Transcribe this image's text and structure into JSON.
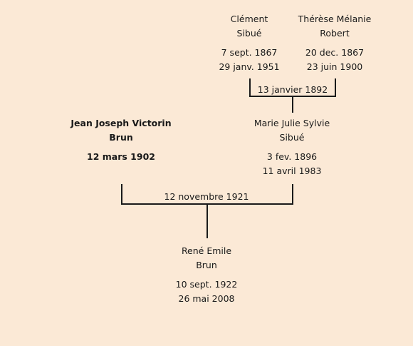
{
  "people": {
    "clement": {
      "first": "Clément",
      "last": "Sibué",
      "born": "7 sept. 1867",
      "died": "29 janv. 1951"
    },
    "therese": {
      "first": "Thérèse Mélanie",
      "last": "Robert",
      "born": "20 dec. 1867",
      "died": "23 juin 1900"
    },
    "jean": {
      "first": "Jean Joseph Victorin",
      "last": "Brun",
      "born": "12 mars 1902"
    },
    "marie": {
      "first": "Marie Julie Sylvie",
      "last": "Sibué",
      "born": "3 fev. 1896",
      "died": "11 avril 1983"
    },
    "rene": {
      "first": "René Emile",
      "last": "Brun",
      "born": "10 sept. 1922",
      "died": "26 mai 2008"
    }
  },
  "marriages": {
    "clement_therese": "13 janvier 1892",
    "jean_marie": "12 novembre 1921"
  }
}
